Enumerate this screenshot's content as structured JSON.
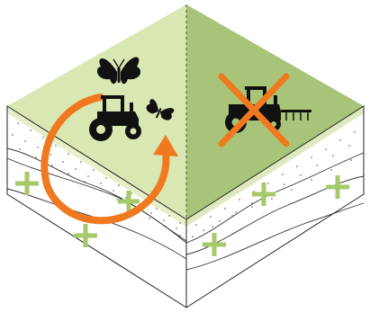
{
  "illustration": {
    "colors": {
      "left_top": "#dde9b8",
      "left_top_upper": "#d7e6ad",
      "right_top": "#a9c47a",
      "right_top_shade": "#9dbb6b",
      "soil_light": "#f6f8ea",
      "outline": "#1a1a1a",
      "arrow": "#f0791f",
      "cross": "#f0791f",
      "plus": "#a5c96b",
      "icon": "#111111"
    },
    "left_panel": {
      "icons": [
        "butterfly-icon",
        "tractor-icon",
        "butterfly-icon"
      ],
      "cycle": "circular-arrow"
    },
    "right_panel": {
      "icons": [
        "tractor-with-sprayer-icon"
      ],
      "status": "crossed-out"
    },
    "soil": {
      "markers": [
        "plus",
        "plus",
        "plus",
        "plus",
        "plus"
      ]
    }
  }
}
